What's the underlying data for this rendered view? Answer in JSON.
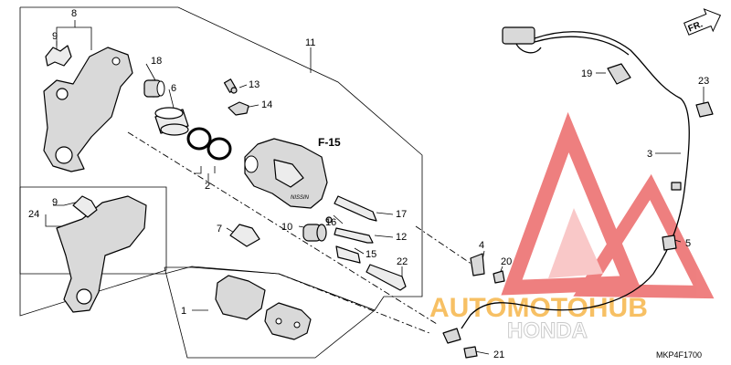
{
  "diagram": {
    "callouts": {
      "c1": "1",
      "c2": "2",
      "c3": "3",
      "c4": "4",
      "c5": "5",
      "c6": "6",
      "c7": "7",
      "c8": "8",
      "c9a": "9",
      "c9b": "9",
      "c10": "10",
      "c11": "11",
      "c12": "12",
      "c13": "13",
      "c14": "14",
      "c15": "15",
      "c16": "16",
      "c17": "17",
      "c18": "18",
      "c19": "19",
      "c20": "20",
      "c21": "21",
      "c22": "22",
      "c23": "23",
      "c24": "24"
    },
    "section_ref": "F-15",
    "direction": "FR.",
    "caliper_brand": "NISSIN",
    "drawing_code": "MKP4F1700"
  },
  "watermark": {
    "line1": "AUTOMOTOHUB",
    "line2": "HONDA",
    "colors": {
      "triangle": "#e84a4a",
      "text": "#f4a623",
      "honda": "#c8c8c8"
    }
  }
}
